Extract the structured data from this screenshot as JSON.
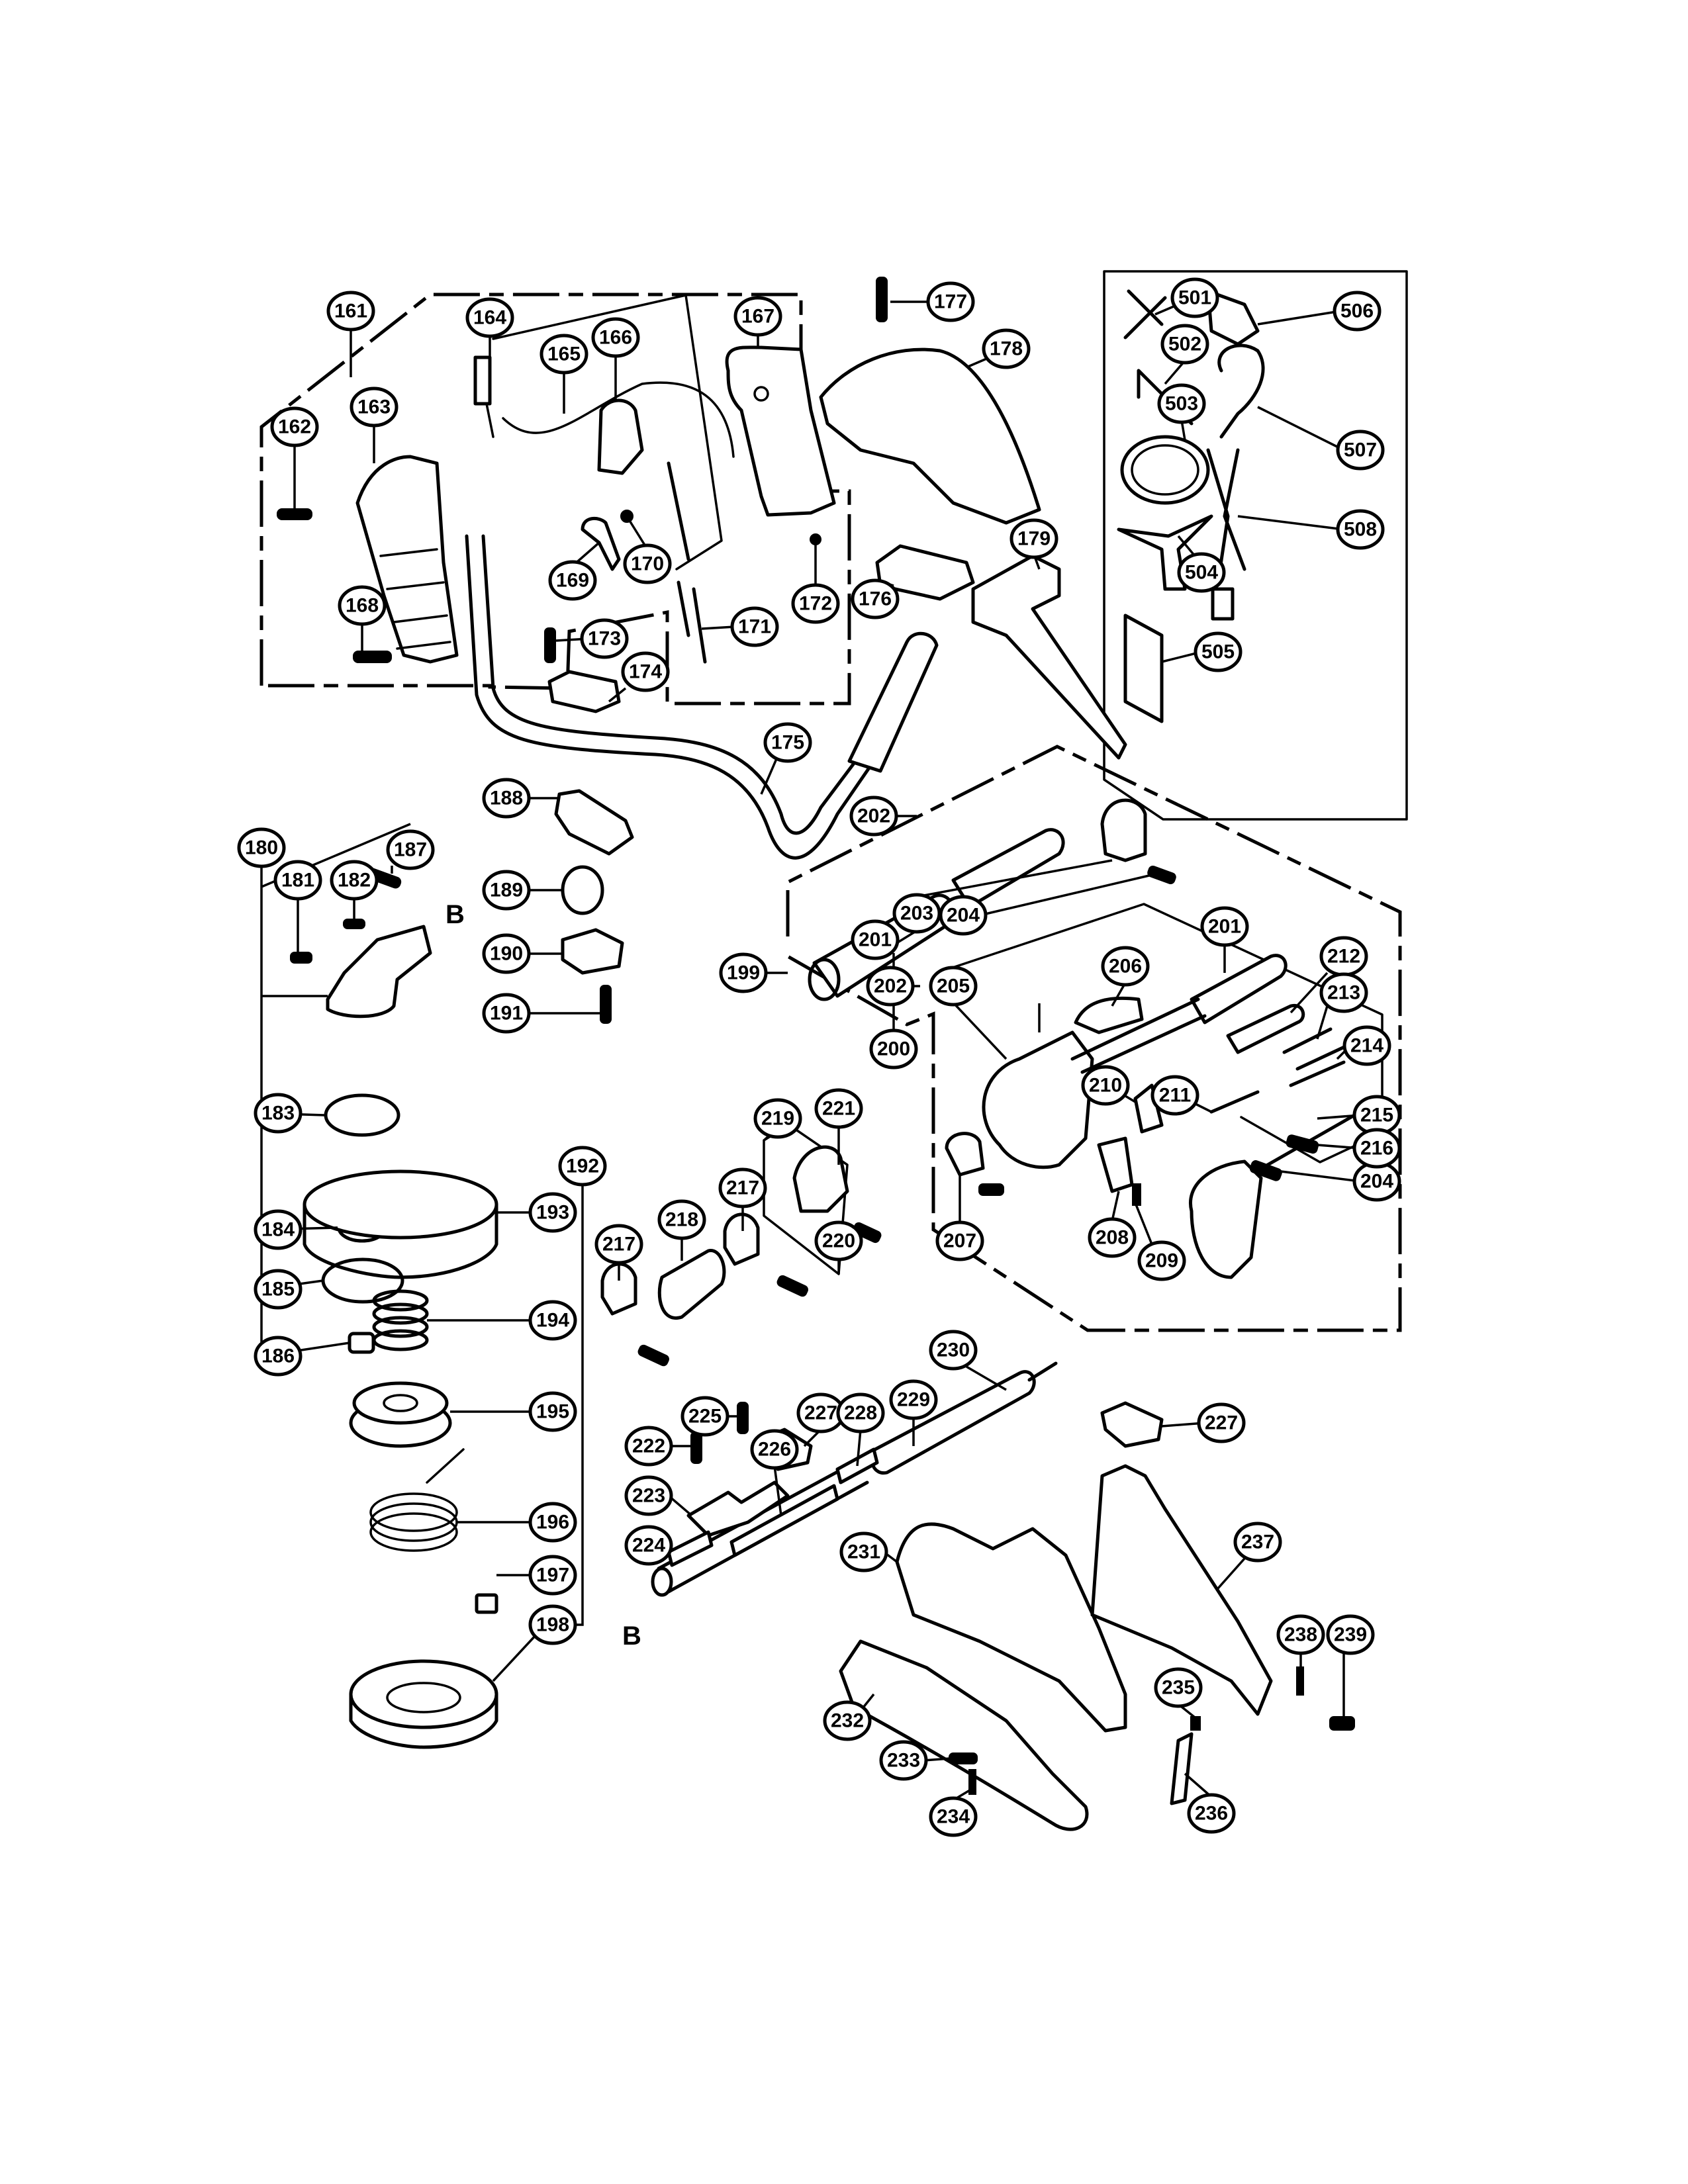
{
  "diagram": {
    "type": "exploded parts diagram",
    "colors": {
      "ink": "#000000",
      "paper": "#ffffff"
    },
    "reference_marks": [
      "B",
      "B"
    ],
    "groups": [
      {
        "id": "handle-assembly",
        "callout": "161",
        "members": [
          "162",
          "163",
          "164",
          "165",
          "166",
          "167",
          "168",
          "169",
          "170",
          "171",
          "172",
          "173",
          "174"
        ]
      },
      {
        "id": "trimmer-head",
        "callout": "180",
        "members": [
          "181",
          "182",
          "183",
          "184",
          "185",
          "186",
          "187"
        ]
      },
      {
        "id": "spool-assembly",
        "callout": "192",
        "members": [
          "193",
          "194",
          "195",
          "196",
          "197",
          "198"
        ]
      },
      {
        "id": "shaft-grip-assembly",
        "callout": "199",
        "members": [
          "200",
          "201",
          "202",
          "203",
          "204",
          "205",
          "206",
          "207",
          "208",
          "209",
          "210",
          "211",
          "212",
          "213",
          "214",
          "215",
          "216"
        ]
      },
      {
        "id": "clamp-assembly",
        "callout": "219",
        "members": [
          "220",
          "221"
        ]
      },
      {
        "id": "accessory-kit",
        "callout": "",
        "members": [
          "501",
          "502",
          "503",
          "504",
          "505",
          "506",
          "507",
          "508"
        ]
      }
    ],
    "callouts": [
      "161",
      "162",
      "163",
      "164",
      "165",
      "166",
      "167",
      "168",
      "169",
      "170",
      "171",
      "172",
      "173",
      "174",
      "175",
      "176",
      "177",
      "178",
      "179",
      "180",
      "181",
      "182",
      "183",
      "184",
      "185",
      "186",
      "187",
      "188",
      "189",
      "190",
      "191",
      "192",
      "193",
      "194",
      "195",
      "196",
      "197",
      "198",
      "199",
      "200",
      "201",
      "201",
      "202",
      "202",
      "203",
      "204",
      "204",
      "205",
      "206",
      "207",
      "208",
      "209",
      "210",
      "211",
      "212",
      "213",
      "214",
      "215",
      "216",
      "217",
      "217",
      "218",
      "219",
      "220",
      "221",
      "222",
      "223",
      "224",
      "225",
      "226",
      "227",
      "227",
      "228",
      "229",
      "230",
      "231",
      "232",
      "233",
      "234",
      "235",
      "236",
      "237",
      "238",
      "239",
      "501",
      "502",
      "503",
      "504",
      "505",
      "506",
      "507",
      "508"
    ]
  }
}
